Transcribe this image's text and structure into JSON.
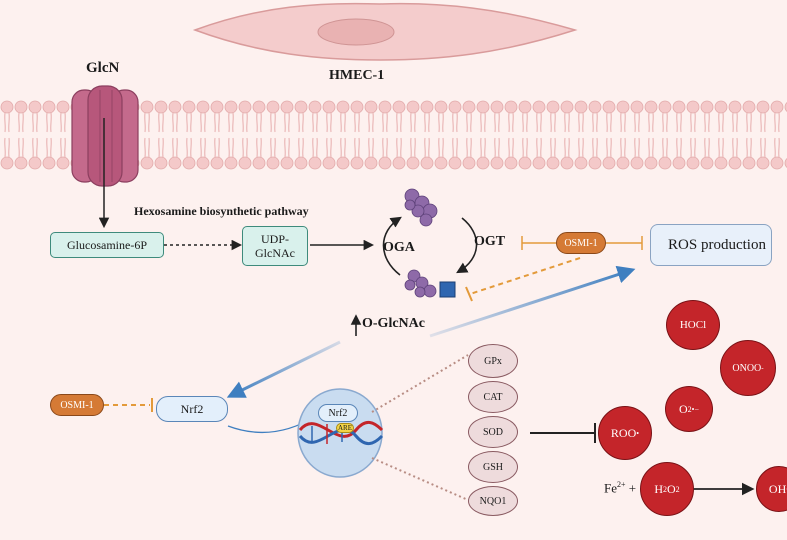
{
  "cell": {
    "label": "HMEC-1"
  },
  "transporter": {
    "label": "GlcN"
  },
  "pathway": {
    "label": "Hexosamine biosynthetic pathway"
  },
  "nodes": {
    "glucosamine6p": "Glucosamine-6P",
    "udp_line1": "UDP-",
    "udp_line2": "GlcNAc",
    "oga": "OGA",
    "ogt": "OGT",
    "osmi_top": "OSMI-1",
    "ros_production": "ROS production",
    "o_glcnac": "O-GlcNAc",
    "osmi_left": "OSMI-1",
    "nrf2": "Nrf2",
    "nucleus_nrf2": "Nrf2",
    "are": "ARE"
  },
  "antioxidants": [
    "GPx",
    "CAT",
    "SOD",
    "GSH",
    "NQO1"
  ],
  "ros_species": {
    "hocl": "HOCl",
    "onoo": "ONOO",
    "onoo_sup": "-",
    "o2": "O",
    "o2_sub": "2",
    "o2_sup": "•−",
    "roo": "ROO",
    "roo_sup": "•",
    "h2o2_h": "H",
    "h2o2_sub1": "2",
    "h2o2_o": "O",
    "h2o2_sub2": "2",
    "oh": "OH",
    "oh_sup": "•",
    "fe": "Fe",
    "fe_sup": "2+",
    "plus": "+"
  },
  "colors": {
    "background": "#fdf1ef",
    "membrane_head": "#f4c9c9",
    "transporter": "#c46a8c",
    "inhibitor": "#e39a3a",
    "activation_arrow": "#3f7fc0",
    "ros_red": "#c4252a"
  }
}
